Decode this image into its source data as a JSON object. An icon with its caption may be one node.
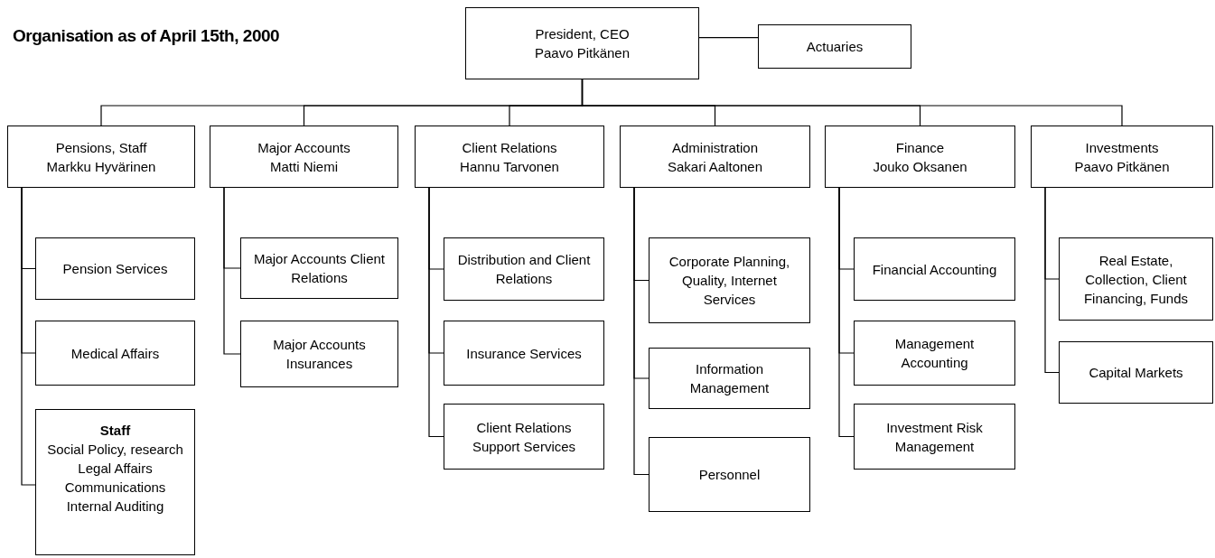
{
  "diagram": {
    "title": "Organisation as of April 15th, 2000",
    "nodes": [
      {
        "text": [
          "President, CEO",
          "Paavo Pitkänen"
        ]
      },
      {
        "text": [
          "Actuaries"
        ]
      },
      {
        "text": [
          "Pensions, Staff",
          "Markku Hyvärinen"
        ]
      },
      {
        "text": [
          "Major Accounts",
          "Matti Niemi"
        ]
      },
      {
        "text": [
          "Client Relations",
          "Hannu Tarvonen"
        ]
      },
      {
        "text": [
          "Administration",
          "Sakari Aaltonen"
        ]
      },
      {
        "text": [
          "Finance",
          "Jouko Oksanen"
        ]
      },
      {
        "text": [
          "Investments",
          "Paavo Pitkänen"
        ]
      },
      {
        "text": [
          "Pension Services"
        ]
      },
      {
        "text": [
          "Medical Affairs"
        ]
      },
      {
        "text": [
          "Staff",
          "Social Policy, research",
          "Legal Affairs",
          "Communications",
          "Internal Auditing"
        ]
      },
      {
        "text": [
          "Major Accounts Client Relations"
        ]
      },
      {
        "text": [
          "Major Accounts Insurances"
        ]
      },
      {
        "text": [
          "Distribution and Client Relations"
        ]
      },
      {
        "text": [
          "Insurance Services"
        ]
      },
      {
        "text": [
          "Client Relations Support Services"
        ]
      },
      {
        "text": [
          "Corporate Planning, Quality, Internet Services"
        ]
      },
      {
        "text": [
          "Information Management"
        ]
      },
      {
        "text": [
          "Personnel"
        ]
      },
      {
        "text": [
          "Financial Accounting"
        ]
      },
      {
        "text": [
          "Management Accounting"
        ]
      },
      {
        "text": [
          "Investment Risk Management"
        ]
      },
      {
        "text": [
          "Real Estate, Collection, Client Financing, Funds"
        ]
      },
      {
        "text": [
          "Capital Markets"
        ]
      }
    ],
    "edges": [
      {
        "from": 0,
        "to": 1,
        "arrow": "none"
      },
      {
        "from": 0,
        "to": 2,
        "arrow": "none"
      },
      {
        "from": 0,
        "to": 3,
        "arrow": "none"
      },
      {
        "from": 0,
        "to": 4,
        "arrow": "none"
      },
      {
        "from": 0,
        "to": 5,
        "arrow": "none"
      },
      {
        "from": 0,
        "to": 6,
        "arrow": "none"
      },
      {
        "from": 0,
        "to": 7,
        "arrow": "none"
      },
      {
        "from": 2,
        "to": 8,
        "arrow": "none"
      },
      {
        "from": 2,
        "to": 9,
        "arrow": "none"
      },
      {
        "from": 2,
        "to": 10,
        "arrow": "none"
      },
      {
        "from": 3,
        "to": 11,
        "arrow": "none"
      },
      {
        "from": 3,
        "to": 12,
        "arrow": "none"
      },
      {
        "from": 4,
        "to": 13,
        "arrow": "none"
      },
      {
        "from": 4,
        "to": 14,
        "arrow": "none"
      },
      {
        "from": 4,
        "to": 15,
        "arrow": "none"
      },
      {
        "from": 5,
        "to": 16,
        "arrow": "none"
      },
      {
        "from": 5,
        "to": 17,
        "arrow": "none"
      },
      {
        "from": 5,
        "to": 18,
        "arrow": "none"
      },
      {
        "from": 6,
        "to": 19,
        "arrow": "none"
      },
      {
        "from": 6,
        "to": 20,
        "arrow": "none"
      },
      {
        "from": 6,
        "to": 21,
        "arrow": "none"
      },
      {
        "from": 7,
        "to": 22,
        "arrow": "none"
      },
      {
        "from": 7,
        "to": 23,
        "arrow": "none"
      }
    ]
  }
}
